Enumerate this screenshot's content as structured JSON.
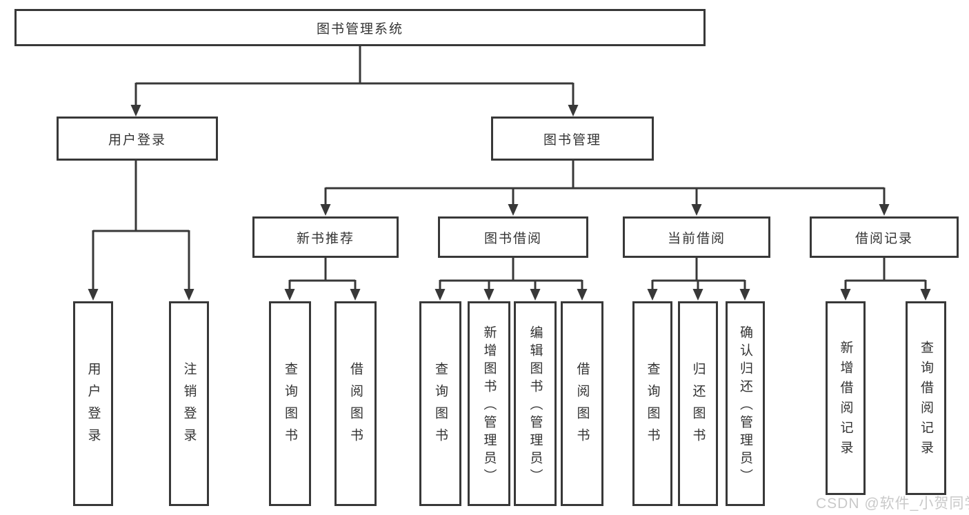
{
  "diagram": {
    "root": {
      "label": "图书管理系统"
    },
    "user_login": {
      "label": "用户登录",
      "children": [
        "用户登录",
        "注销登录"
      ]
    },
    "book_mgmt": {
      "label": "图书管理",
      "sections": [
        {
          "label": "新书推荐",
          "children": [
            "查询图书",
            "借阅图书"
          ]
        },
        {
          "label": "图书借阅",
          "children": [
            "查询图书",
            "新增图书（管理员）",
            "编辑图书（管理员）",
            "借阅图书"
          ]
        },
        {
          "label": "当前借阅",
          "children": [
            "查询图书",
            "归还图书",
            "确认归还（管理员）"
          ]
        },
        {
          "label": "借阅记录",
          "children": [
            "新增借阅记录",
            "查询借阅记录"
          ]
        }
      ]
    }
  },
  "watermark": "CSDN @软件_小贺同学",
  "colors": {
    "line": "#383838",
    "text": "#333333",
    "watermark": "#c9c9c9",
    "bg": "#ffffff"
  }
}
